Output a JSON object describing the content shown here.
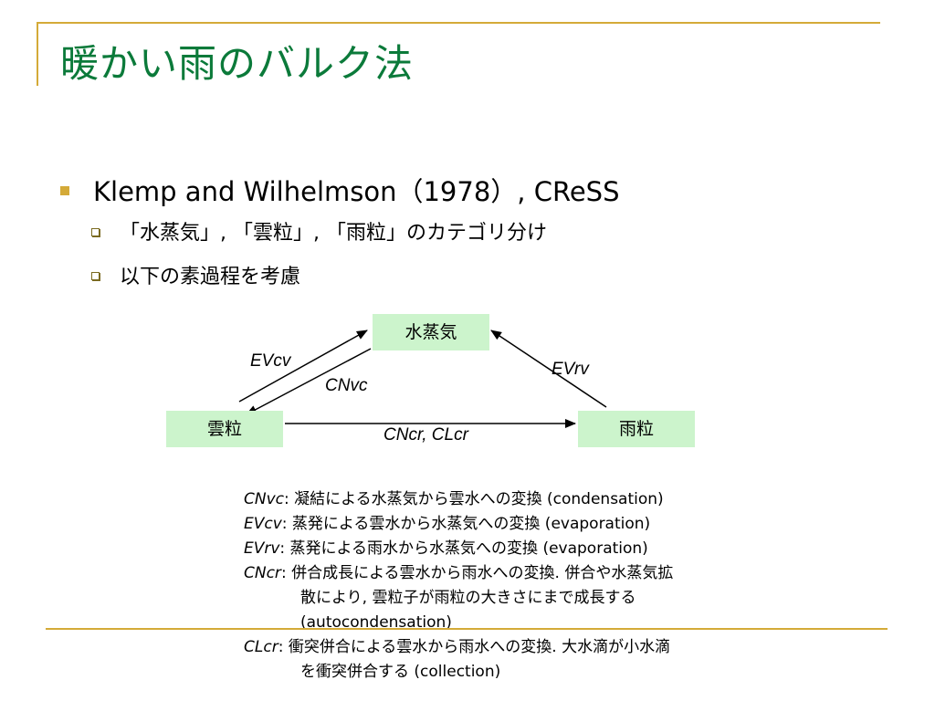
{
  "title": "暖かい雨のバルク法",
  "bullets": {
    "main": "Klemp and Wilhelmson（1978）, CReSS",
    "sub": [
      "「水蒸気」, 「雲粒」, 「雨粒」のカテゴリ分け",
      "以下の素過程を考慮"
    ]
  },
  "diagram": {
    "nodes": {
      "vapor": "水蒸気",
      "cloud": "雲粒",
      "rain": "雨粒"
    },
    "edges": {
      "evcv": "EVcv",
      "cnvc": "CNvc",
      "evrv": "EVrv",
      "cncr_clcr": "CNcr, CLcr"
    }
  },
  "descriptions": [
    {
      "term": "CNvc",
      "text": ": 凝結による水蒸気から雲水への変換 (condensation)",
      "cont": []
    },
    {
      "term": "EVcv",
      "text": ": 蒸発による雲水から水蒸気への変換 (evaporation)",
      "cont": []
    },
    {
      "term": "EVrv",
      "text": ": 蒸発による雨水から水蒸気への変換 (evaporation)",
      "cont": []
    },
    {
      "term": "CNcr",
      "text": ": 併合成長による雲水から雨水への変換. 併合や水蒸気拡",
      "cont": [
        "散により, 雲粒子が雨粒の大きさにまで成長する",
        "(autocondensation)"
      ]
    },
    {
      "term": "CLcr",
      "text": ": 衝突併合による雲水から雨水への変換. 大水滴が小水滴",
      "cont": [
        "を衝突併合する (collection)"
      ]
    }
  ]
}
